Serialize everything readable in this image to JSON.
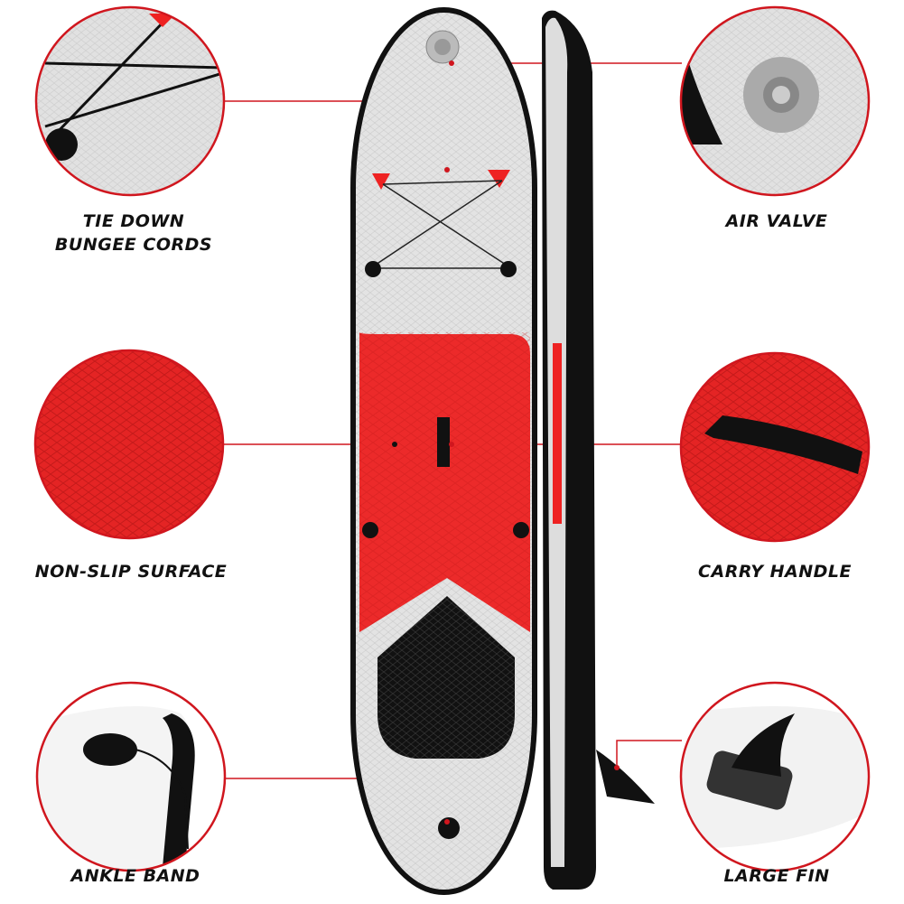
{
  "features": [
    {
      "id": "tie-down",
      "lines": [
        "TIE DOWN",
        "BUNGEE CORDS"
      ]
    },
    {
      "id": "air-valve",
      "lines": [
        "AIR VALVE"
      ]
    },
    {
      "id": "non-slip",
      "lines": [
        "NON-SLIP SURFACE"
      ]
    },
    {
      "id": "carry-handle",
      "lines": [
        "CARRY HANDLE"
      ]
    },
    {
      "id": "ankle-band",
      "lines": [
        "ANKLE BAND"
      ]
    },
    {
      "id": "large-fin",
      "lines": [
        "LARGE FIN"
      ]
    }
  ],
  "colors": {
    "accent": "#d0161e",
    "deck": "#e3e3e3",
    "pad_red": "#ec2a2a",
    "rail": "#111111"
  }
}
